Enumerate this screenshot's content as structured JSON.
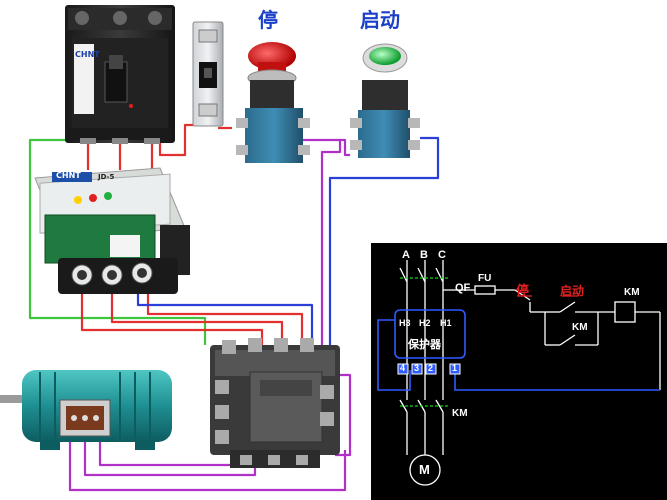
{
  "photo": {
    "stop_label": "停",
    "start_label": "启动",
    "breaker_brand": "CHNT",
    "protector_brand": "CHNT",
    "protector_model": "JD-5"
  },
  "schematic": {
    "phases": [
      "A",
      "B",
      "C"
    ],
    "qf": "QF",
    "fu": "FU",
    "stop": "停",
    "start": "启动",
    "km_coil": "KM",
    "km_aux": "KM",
    "km_main": "KM",
    "motor": "M",
    "protector_name": "保护器",
    "ct_labels": [
      "H3",
      "H2",
      "H1"
    ],
    "terminals": [
      "4",
      "3",
      "2",
      "1"
    ]
  },
  "colors": {
    "stop_red": "#d40000",
    "start_green": "#18c040",
    "wire_red": "#e23030",
    "wire_green": "#3ec63e",
    "wire_blue": "#2a3fd8",
    "wire_purple": "#b030c8",
    "schematic_bg": "#000000",
    "schematic_blue": "#2f5bff",
    "schematic_green": "#18d018"
  }
}
